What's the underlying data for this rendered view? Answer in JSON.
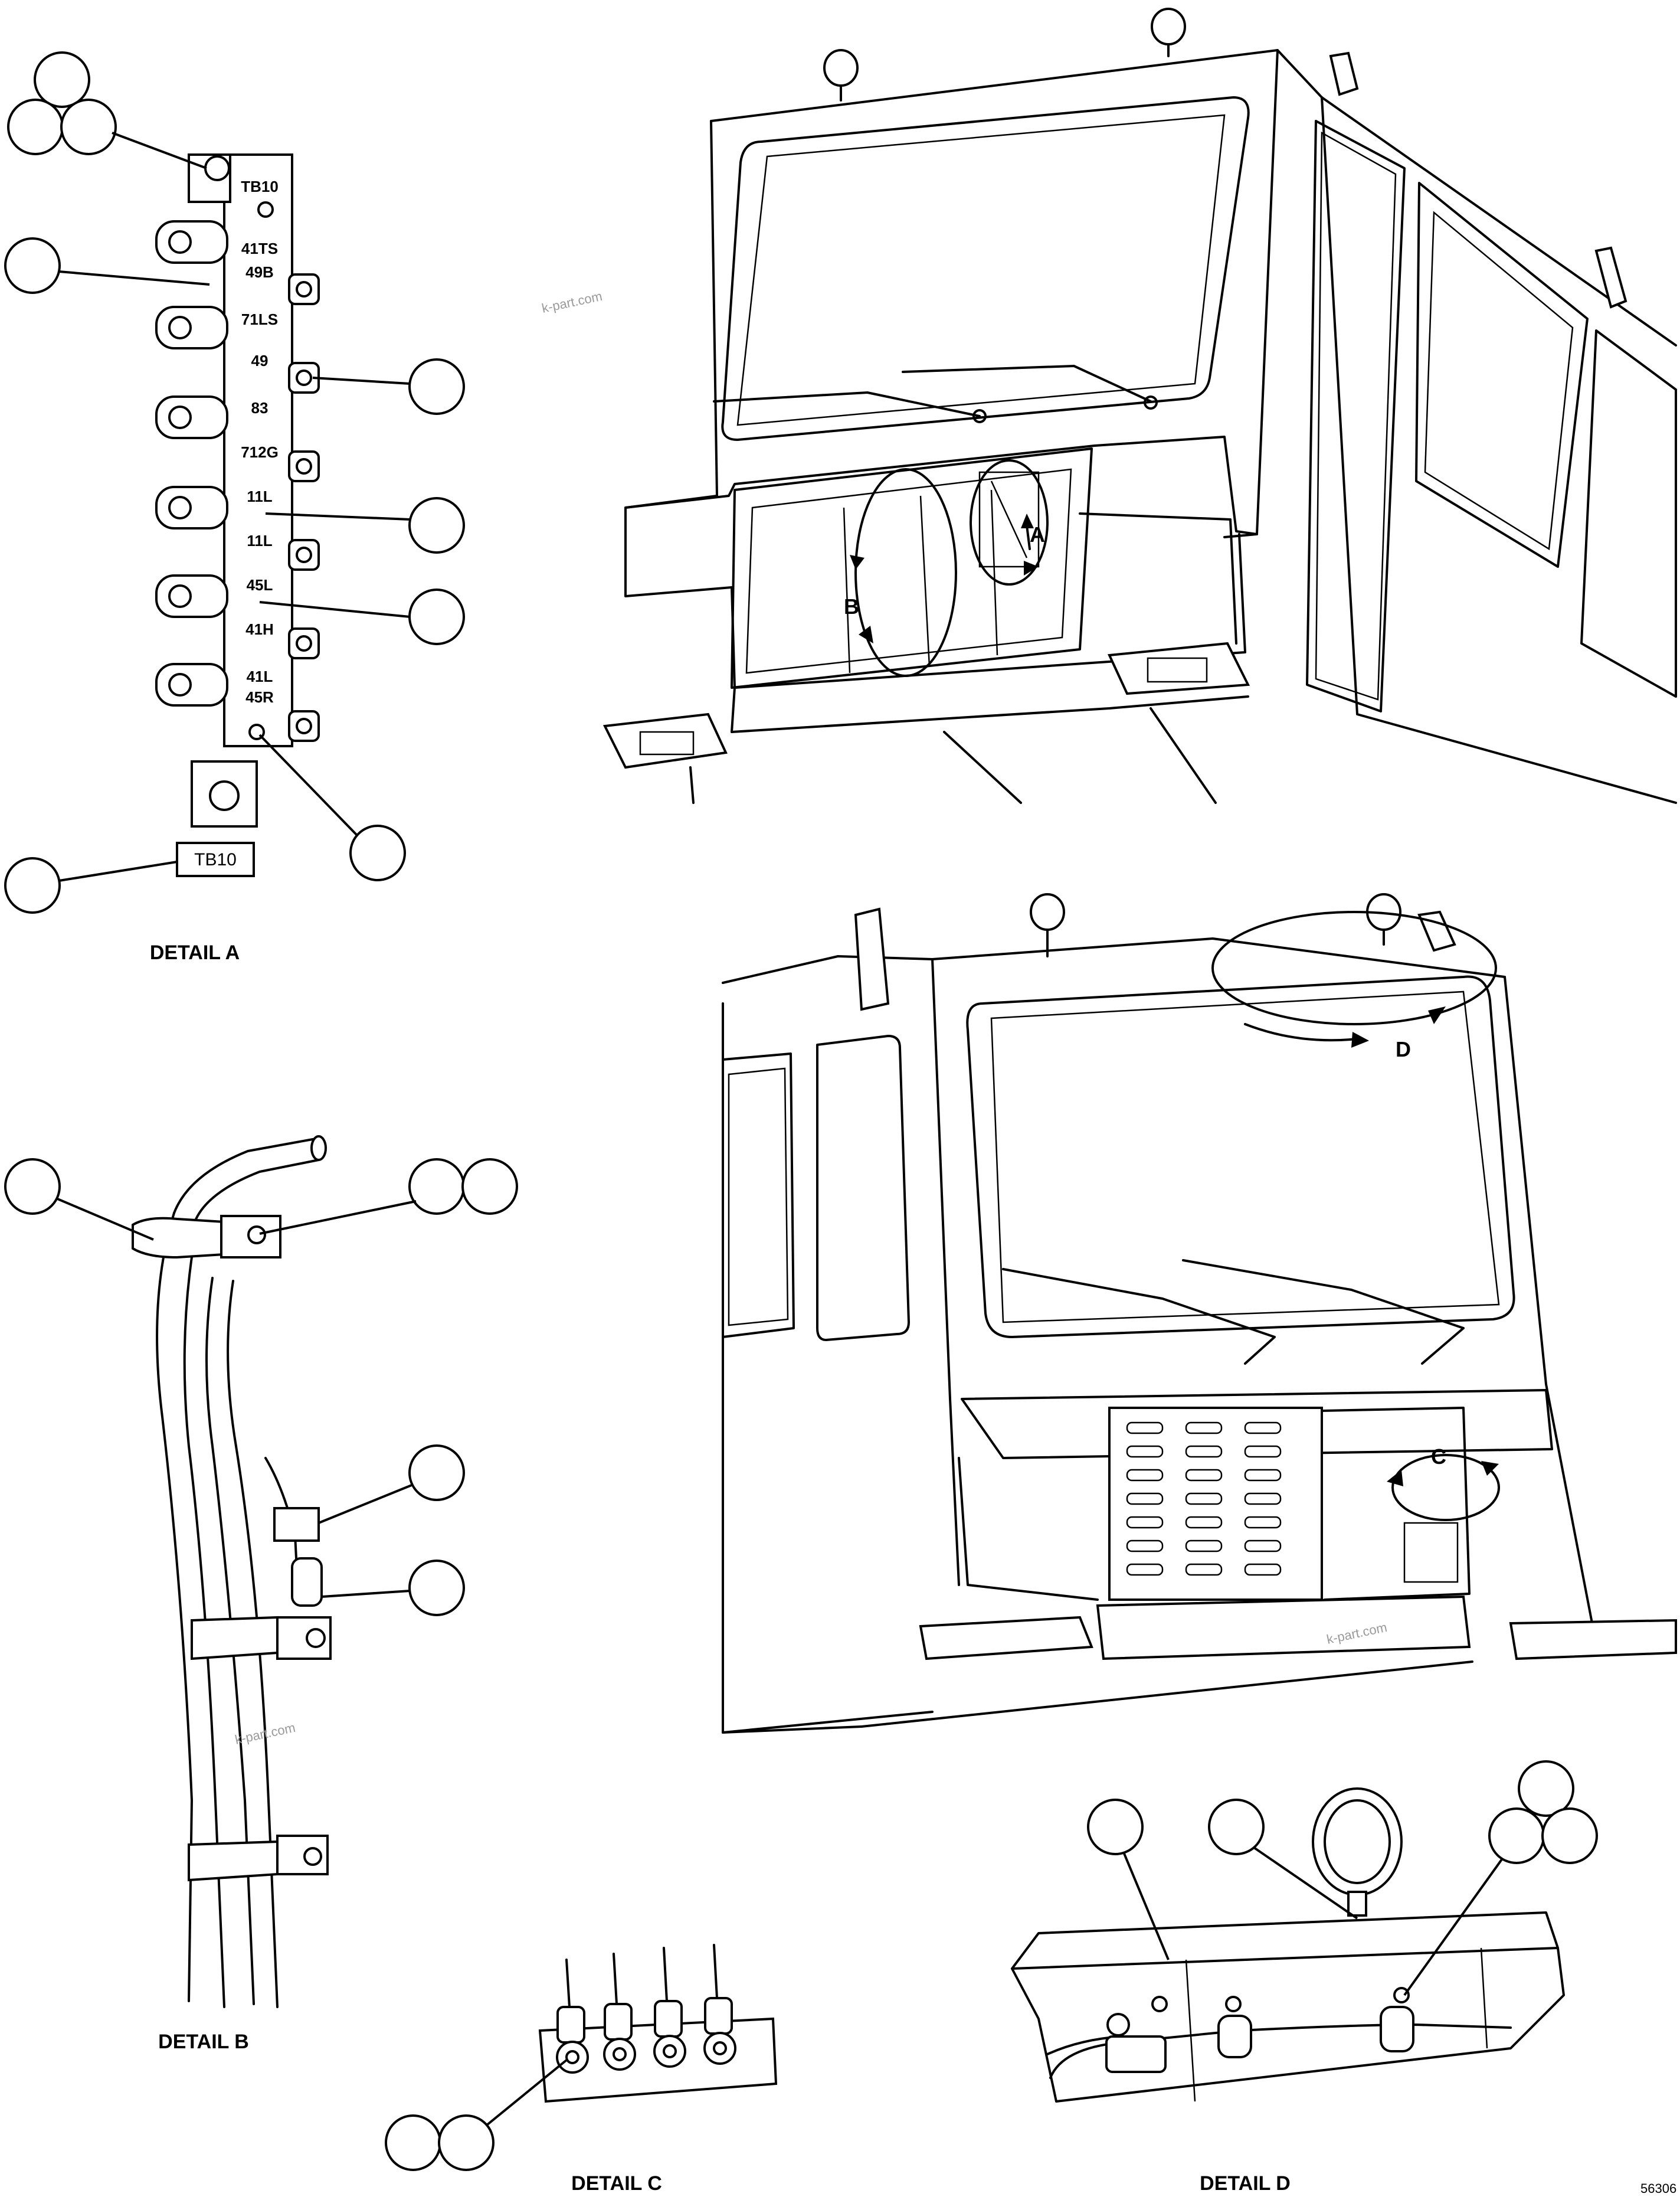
{
  "terminal_board": {
    "title": "TB10",
    "labels": [
      "41TS",
      "49B",
      "71LS",
      "49",
      "83",
      "712G",
      "11L",
      "11L",
      "45L",
      "41H",
      "41L",
      "45R"
    ]
  },
  "tag": "TB10",
  "captions": {
    "detail_a": "DETAIL A",
    "detail_b": "DETAIL B",
    "detail_c": "DETAIL C",
    "detail_d": "DETAIL D"
  },
  "view_letters": {
    "a": "A",
    "b": "B",
    "c": "C",
    "d": "D"
  },
  "watermark": "k-part.com",
  "drawing_number": "56306"
}
